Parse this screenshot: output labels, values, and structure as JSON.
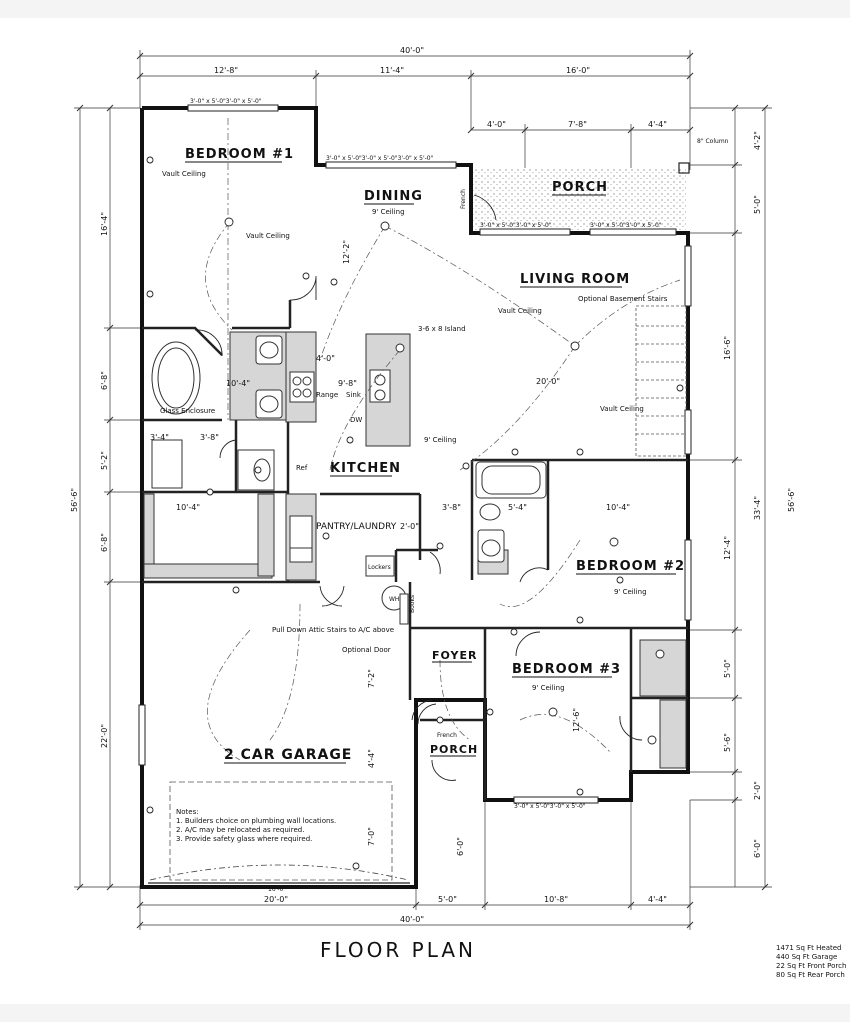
{
  "plan": {
    "title": "FLOOR PLAN",
    "rooms": {
      "bedroom1": "BEDROOM #1",
      "dining": "DINING",
      "porch_rear": "PORCH",
      "living": "LIVING ROOM",
      "kitchen": "KITCHEN",
      "pantry": "PANTRY/LAUNDRY",
      "bedroom2": "BEDROOM #2",
      "bedroom3": "BEDROOM #3",
      "foyer": "FOYER",
      "porch_front": "PORCH",
      "garage": "2 CAR GARAGE"
    },
    "notes_text": {
      "vault1": "Vault Ceiling",
      "vault2": "Vault Ceiling",
      "vault3": "Vault Ceiling",
      "vault4": "Vault Ceiling",
      "dining_ceiling": "9' Ceiling",
      "kitchen_ceiling": "9' Ceiling",
      "bed2_ceiling": "9' Ceiling",
      "bed3_ceiling": "9' Ceiling",
      "island": "3-6 x 8 Island",
      "basement": "Optional Basement Stairs",
      "glass": "Glass Enclosure",
      "range": "Range",
      "sink": "Sink",
      "dw": "DW",
      "ref": "Ref",
      "attic": "Pull Down Attic Stairs to A/C above",
      "optional_door": "Optional Door",
      "lockers": "Lockers",
      "books": "Books",
      "wh": "WH",
      "french_rear": "French",
      "french_front": "French",
      "column": "8\" Column",
      "window_b1": "3'-0\" x 5'-0\"3'-0\" x 5'-0\"",
      "window_dining": "3'-0\" x 5'-0\"3'-0\" x 5'-0\"3'-0\" x 5'-0\"",
      "window_porch1": "3'-0\" x 5'-0\"3'-0\" x 5'-0\"",
      "window_porch2": "3'-0\" x 5'-0\"3'-0\" x 5'-0\"",
      "window_b3": "3'-0\" x 5'-0\"3'-0\" x 5'-0\"",
      "garage_door": "16'-0\""
    },
    "notes": {
      "heading": "Notes:",
      "items": [
        "1.  Builders choice on plumbing wall locations.",
        "2.  A/C may be relocated as required.",
        "3.  Provide safety glass where required."
      ]
    },
    "dims": {
      "top_total": "40'-0\"",
      "top_a": "12'-8\"",
      "top_b": "11'-4\"",
      "top_c": "16'-0\"",
      "porch_a": "4'-0\"",
      "porch_b": "7'-8\"",
      "porch_c": "4'-4\"",
      "bottom_total": "40'-0\"",
      "bottom_a": "20'-0\"",
      "bottom_b": "5'-0\"",
      "bottom_c": "10'-8\"",
      "bottom_d": "4'-4\"",
      "left_total": "56'-6\"",
      "left_a": "16'-4\"",
      "left_b": "6'-8\"",
      "left_c": "5'-2\"",
      "left_d": "6'-8\"",
      "left_e": "22'-0\"",
      "right_total": "56'-6\"",
      "right_a": "4'-2\"",
      "right_b": "5'-0\"",
      "right_c": "16'-6\"",
      "right_d": "33'-4\"",
      "right_e": "12'-4\"",
      "right_f": "5'-0\"",
      "right_g": "5'-6\"",
      "right_h": "2'-0\"",
      "right_i": "6'-0\"",
      "int_20": "20'-0\"",
      "int_10_4": "10'-4\"",
      "int_9_8": "9'-8\"",
      "int_4_0": "4'-0\"",
      "int_3_4": "3'-4\"",
      "int_3_8": "3'-8\"",
      "int_10_4b": "10'-4\"",
      "int_10_4c": "10'-4\"",
      "int_5_4": "5'-4\"",
      "int_2_0": "2'-0\"",
      "int_3_8b": "3'-8\"",
      "int_12_2": "12'-2\"",
      "int_7_2": "7'-2\"",
      "int_4_4": "4'-4\"",
      "int_7_0": "7'-0\"",
      "int_6_0": "6'-0\"",
      "int_12_6": "12'-6\""
    },
    "stats": [
      "1471 Sq Ft Heated",
      "440 Sq Ft Garage",
      "22 Sq Ft Front Porch",
      "80 Sq Ft Rear Porch"
    ]
  }
}
